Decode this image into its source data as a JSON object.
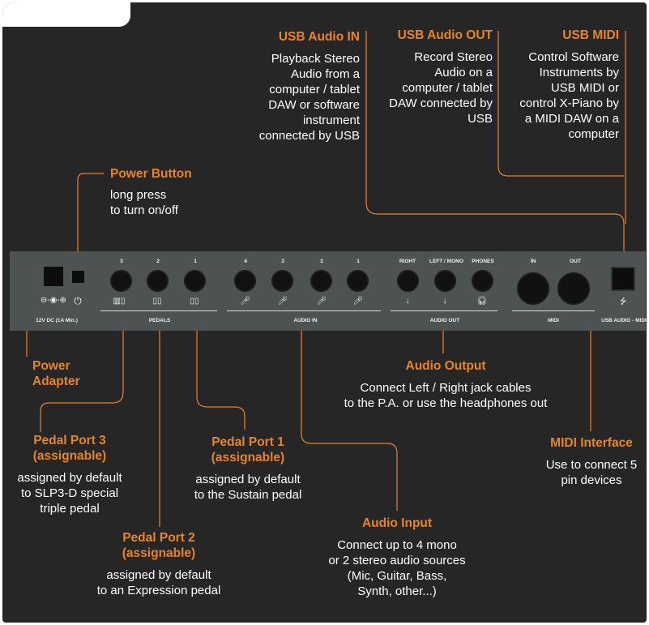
{
  "colors": {
    "accent": "#e8842a",
    "background": "#262626",
    "panel": "#4d5253",
    "text": "#ffffff"
  },
  "callouts": {
    "usb_audio_in": {
      "title": "USB Audio IN",
      "body": "Playback Stereo\nAudio from a\ncomputer / tablet\nDAW or software\ninstrument\nconnected by USB"
    },
    "usb_audio_out": {
      "title": "USB Audio OUT",
      "body": "Record Stereo\nAudio on a\ncomputer / tablet\nDAW connected by\nUSB"
    },
    "usb_midi": {
      "title": "USB MIDI",
      "body": "Control Software\nInstruments by\nUSB MIDI or\ncontrol X-Piano by\na MIDI DAW on a\ncomputer"
    },
    "power_button": {
      "title": "Power Button",
      "body": "long press\nto turn on/off"
    },
    "power_adapter": {
      "title": "Power\nAdapter",
      "body": ""
    },
    "audio_output": {
      "title": "Audio Output",
      "body": "Connect Left / Right jack cables\nto the P.A. or use the headphones out"
    },
    "midi_interface": {
      "title": "MIDI Interface",
      "body": "Use to connect 5\npin devices"
    },
    "pedal_port_3": {
      "title": "Pedal Port 3\n(assignable)",
      "body": "assigned by default\nto SLP3-D special\ntriple pedal"
    },
    "pedal_port_1": {
      "title": "Pedal Port 1\n(assignable)",
      "body": "assigned by default\nto the Sustain pedal"
    },
    "pedal_port_2": {
      "title": "Pedal Port 2\n(assignable)",
      "body": "assigned by default\nto an Expression pedal"
    },
    "audio_input": {
      "title": "Audio Input",
      "body": "Connect up to 4 mono\nor 2 stereo audio sources\n(Mic, Guitar, Bass,\nSynth, other...)"
    }
  },
  "panel": {
    "power_label": "12V DC (1A Min.)",
    "pedals_label": "PEDALS",
    "pedal_numbers": [
      "3",
      "2",
      "1"
    ],
    "audio_in_label": "AUDIO IN",
    "audio_in_numbers": [
      "4",
      "3",
      "2",
      "1"
    ],
    "audio_out_label": "AUDIO OUT",
    "audio_out_labels": [
      "RIGHT",
      "LEFT / MONO",
      "PHONES"
    ],
    "midi_label": "MIDI",
    "midi_labels": [
      "IN",
      "OUT"
    ],
    "usb_label": "USB AUDIO - MIDI"
  },
  "icons": {
    "dc_polarity": "⊖-◉-⊕",
    "power": "⏻",
    "pedal_triple": "▥▯",
    "pedal_single": "▯▯",
    "mic_guitar": "🎤︎",
    "jack_plug": "↓",
    "headphones": "🎧︎",
    "usb": "⭍"
  }
}
